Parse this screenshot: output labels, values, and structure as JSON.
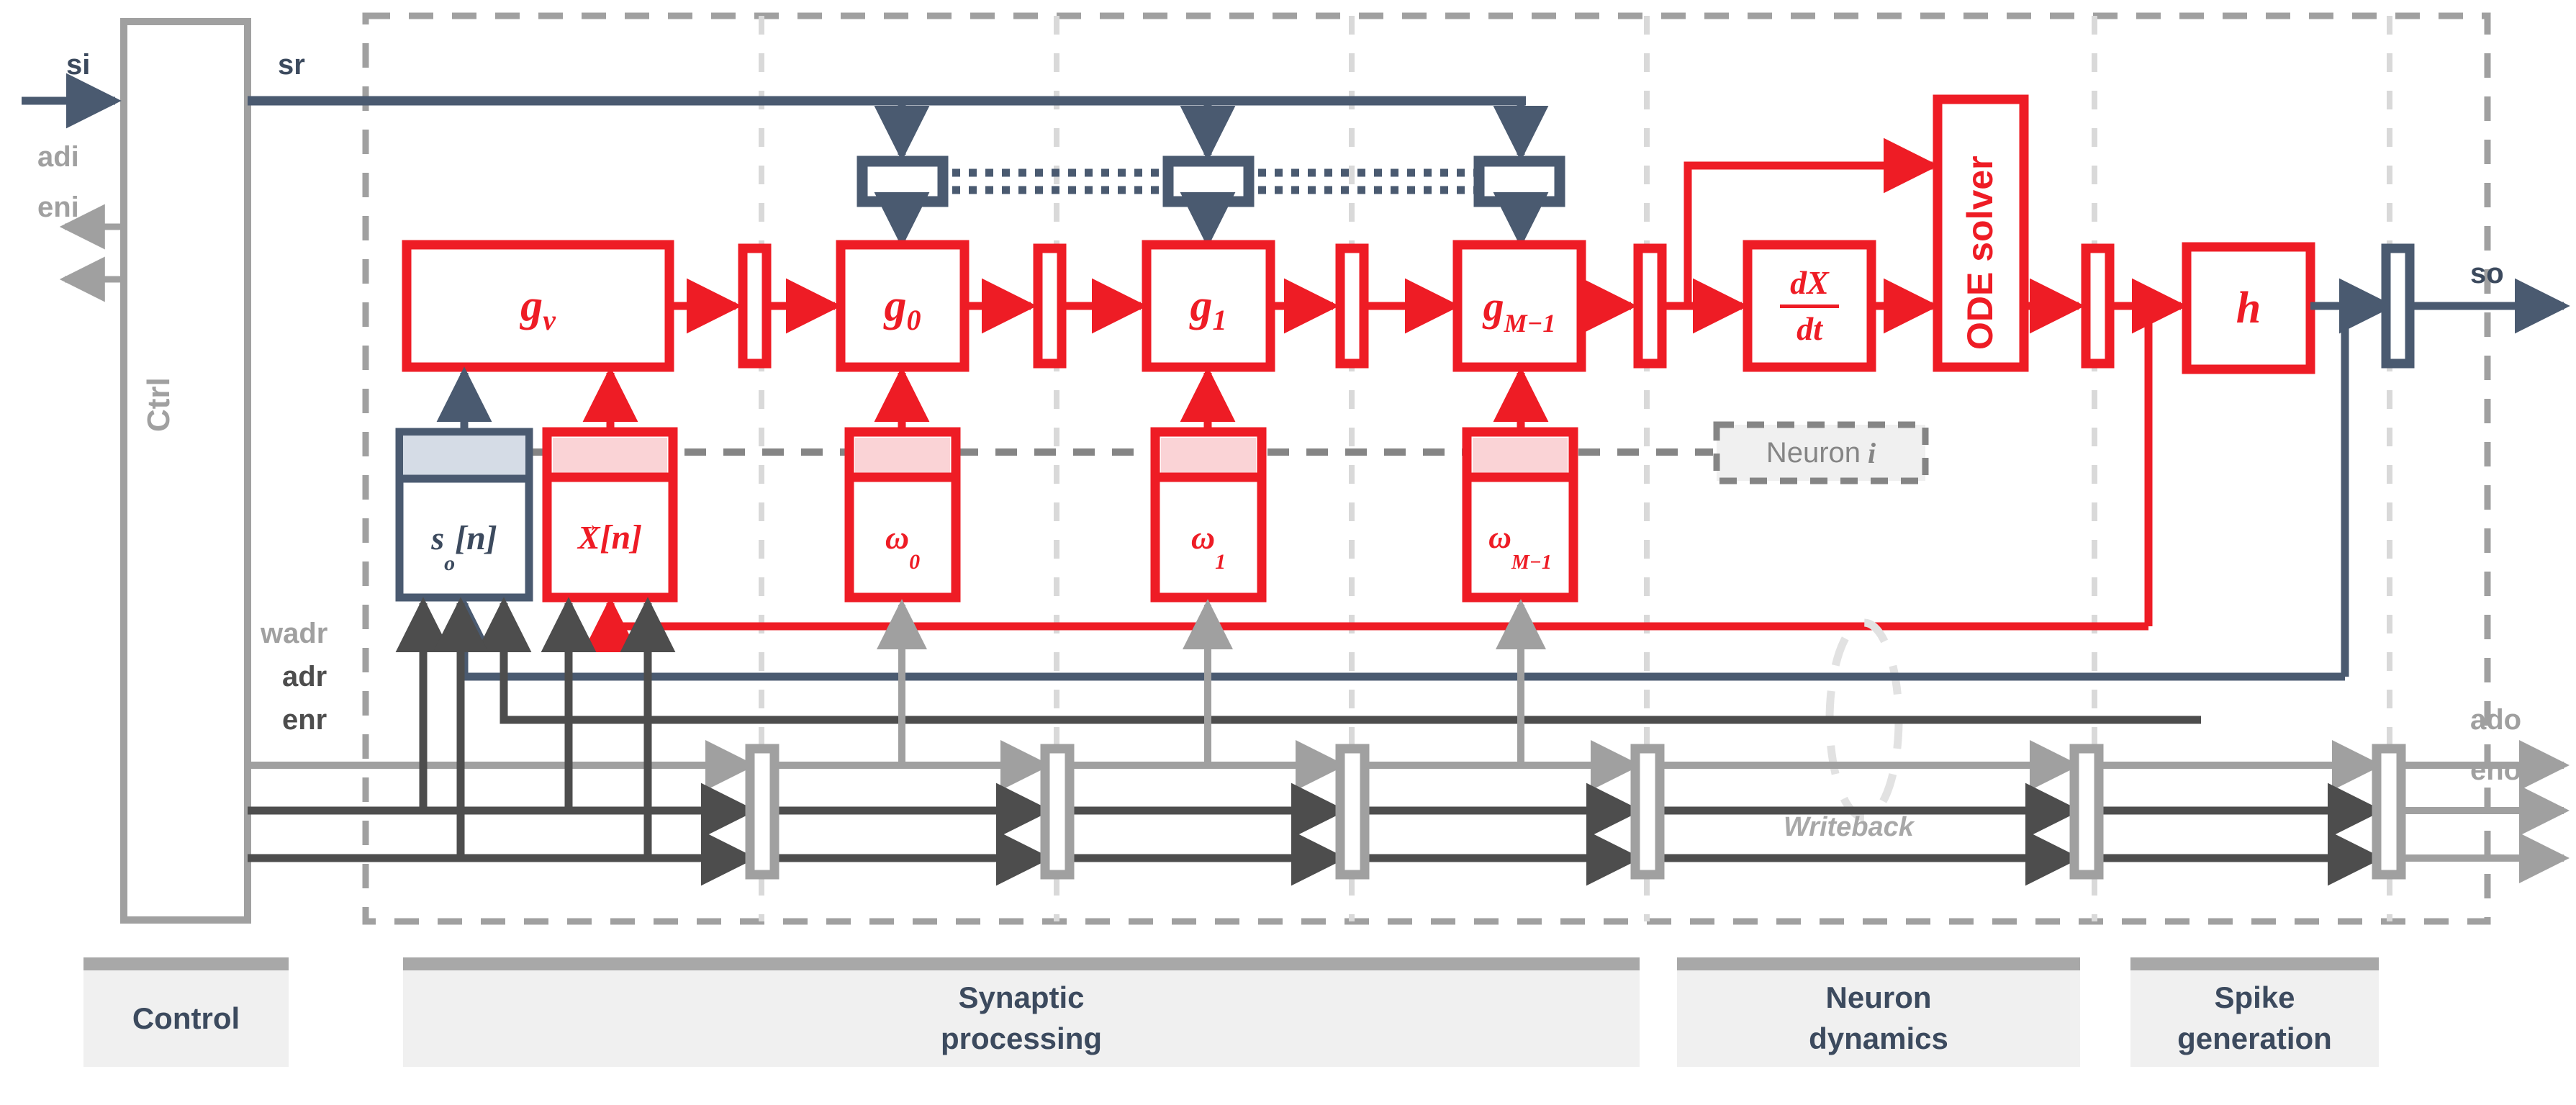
{
  "colors": {
    "red": "#ee1c25",
    "red_fill": "#fad3d6",
    "navy": "#4a5a70",
    "navy_fill": "#d5dce6",
    "gray": "#a0a0a0",
    "gray_dark": "#4d4d4d",
    "gray_mid": "#858585",
    "gray_light": "#d9d9d9",
    "panel_fill": "#f0f0f0",
    "panel_cap": "#a8a8a8"
  },
  "ports": {
    "si": "si",
    "sr": "sr",
    "so": "so",
    "adi": "adi",
    "eni": "eni",
    "ado": "ado",
    "eno": "eno",
    "wadr": "wadr",
    "adr": "adr",
    "enr": "enr"
  },
  "ctrl": {
    "label": "Ctrl"
  },
  "blocks": {
    "gv": "g",
    "gv_sub": "v",
    "g0": "g",
    "g0_sub": "0",
    "g1": "g",
    "g1_sub": "1",
    "gM": "g",
    "gM_sub": "M−1",
    "dxdt_num": "dX",
    "dxdt_den": "dt",
    "ode": "ODE solver",
    "h": "h"
  },
  "memories": {
    "so_n": "s",
    "so_n_sub": "o",
    "so_n_idx": "[n]",
    "xvec": "X",
    "xvec_idx": "[n]",
    "w0": "ω",
    "w0_sub": "0",
    "w1": "ω",
    "w1_sub": "1",
    "wM": "ω",
    "wM_sub": "M−1"
  },
  "annotations": {
    "neuron_i_text": "Neuron",
    "neuron_i_var": "i",
    "writeback": "Writeback"
  },
  "stage_labels": [
    {
      "name": "control",
      "line1": "Control",
      "line2": ""
    },
    {
      "name": "synaptic-processing",
      "line1": "Synaptic",
      "line2": "processing"
    },
    {
      "name": "neuron-dynamics",
      "line1": "Neuron",
      "line2": "dynamics"
    },
    {
      "name": "spike-generation",
      "line1": "Spike",
      "line2": "generation"
    }
  ]
}
